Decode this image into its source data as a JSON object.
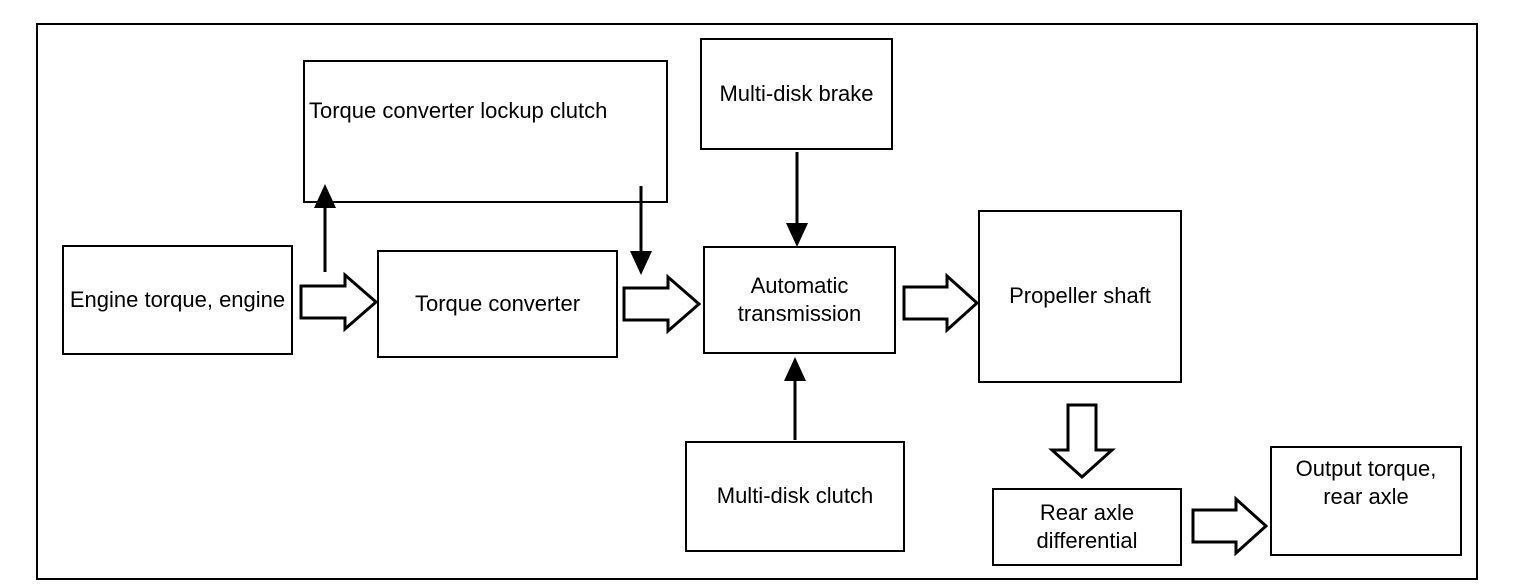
{
  "diagram": {
    "type": "flow-diagram",
    "subject": "Automatic transmission drivetrain torque flow",
    "colors": {
      "background": "#ffffff",
      "line": "#000000",
      "text": "#000000",
      "box_fill": "#ffffff"
    },
    "nodes": {
      "engine": {
        "label": "Engine torque, engine"
      },
      "lockup": {
        "label": "Torque converter lockup clutch"
      },
      "brake": {
        "label": "Multi-disk brake"
      },
      "tconv": {
        "label": "Torque converter"
      },
      "trans": {
        "label": "Automatic\ntransmission"
      },
      "prop": {
        "label": "Propeller shaft"
      },
      "clutch": {
        "label": "Multi-disk clutch"
      },
      "diff": {
        "label": "Rear axle\ndifferential"
      },
      "output": {
        "label": "Output torque,\nrear axle"
      }
    },
    "edges": [
      {
        "from": "engine",
        "to": "tconv",
        "style": "block-outline",
        "direction": "right"
      },
      {
        "from": "tconv",
        "to": "trans",
        "style": "block-outline",
        "direction": "right"
      },
      {
        "from": "trans",
        "to": "prop",
        "style": "block-outline",
        "direction": "right"
      },
      {
        "from": "prop",
        "to": "diff",
        "style": "block-outline",
        "direction": "down"
      },
      {
        "from": "diff",
        "to": "output",
        "style": "block-outline",
        "direction": "right"
      },
      {
        "from": "tconv",
        "to": "lockup",
        "style": "thin",
        "direction": "up"
      },
      {
        "from": "lockup",
        "to": "trans",
        "style": "thin",
        "direction": "down"
      },
      {
        "from": "brake",
        "to": "trans",
        "style": "thin",
        "direction": "down"
      },
      {
        "from": "clutch",
        "to": "trans",
        "style": "thin",
        "direction": "up"
      }
    ]
  }
}
